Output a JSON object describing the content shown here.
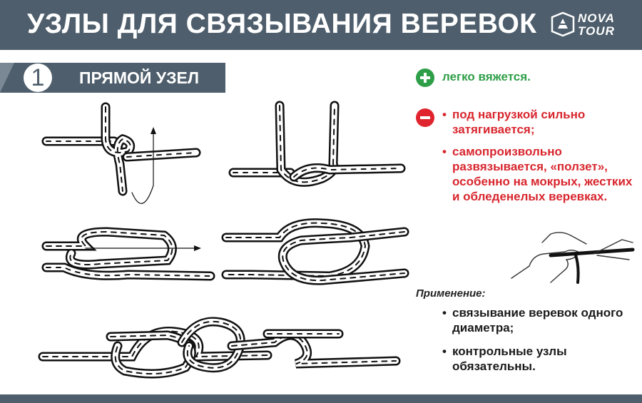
{
  "header": {
    "title": "УЗЛЫ ДЛЯ СВЯЗЫВАНИЯ ВЕРЕВОК",
    "logo_line1": "NOVA",
    "logo_line2": "TOUR"
  },
  "section": {
    "number": "1",
    "title": "ПРЯМОЙ УЗЕЛ"
  },
  "pros": {
    "items": [
      "легко вяжется."
    ]
  },
  "cons": {
    "items": [
      "под нагрузкой сильно затягивается;",
      "самопроизвольно развязывается, «ползет», особенно на мокрых, жестких и обледенелых веревках."
    ]
  },
  "usage": {
    "title": "Применение:",
    "items": [
      "связывание веревок одного диаметра;",
      "контрольные узлы обязательны."
    ]
  },
  "colors": {
    "header_bg": "#4e5e6c",
    "pro_green": "#2e9e48",
    "con_red": "#e0242e"
  },
  "icons": [
    "plus-icon",
    "minus-icon",
    "nova-tour-logo-mark"
  ]
}
